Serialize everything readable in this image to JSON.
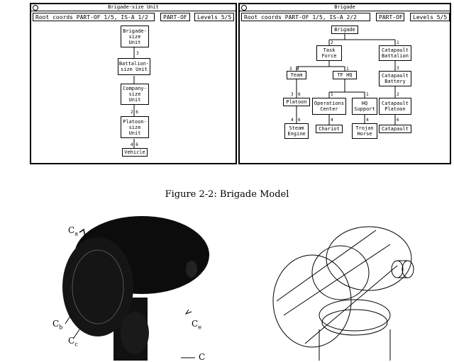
{
  "left_window": {
    "title": "Brigade-size Unit",
    "root_coords": "Root coords  PART-OF  1/5, IS-A  1/2",
    "mode": "PART-OF",
    "levels": "Levels  5/5",
    "nodes": [
      {
        "id": "L1",
        "label": "Brigade-\nsize\nUnit"
      },
      {
        "id": "L2",
        "label": "Battalion-\nsize Unit"
      },
      {
        "id": "L3",
        "label": "Company-\nsize\nUnit"
      },
      {
        "id": "L4",
        "label": "Platoon-\nsize\nUnit"
      },
      {
        "id": "L5",
        "label": "Vehicle"
      }
    ],
    "cards": [
      "3",
      "2 6",
      "4 6"
    ]
  },
  "right_window": {
    "title": "Brigade",
    "root_coords": "Root coords  PART-OF  1/5, IS-A  2/2",
    "mode": "PART-OF",
    "levels": "Levels  5/5",
    "nodes": [
      {
        "id": "R1",
        "label": "Brigade"
      },
      {
        "id": "R2",
        "label": "Task\nForce"
      },
      {
        "id": "R3",
        "label": "Catapault\nBattalion"
      },
      {
        "id": "R4",
        "label": "Team"
      },
      {
        "id": "R5",
        "label": "TF HQ"
      },
      {
        "id": "R6",
        "label": "Catapault\nBattery"
      },
      {
        "id": "R7",
        "label": "Platoon"
      },
      {
        "id": "R8",
        "label": "Operations\nCenter"
      },
      {
        "id": "R9",
        "label": "HQ\nSupport"
      },
      {
        "id": "R10",
        "label": "Catapault\nPlatoon"
      },
      {
        "id": "R11",
        "label": "Steam\nEngine"
      },
      {
        "id": "R12",
        "label": "Chariot"
      },
      {
        "id": "R13",
        "label": "Trojan\nHorse"
      },
      {
        "id": "R14",
        "label": "Catapault"
      }
    ],
    "cards": [
      "2",
      "1",
      "3",
      "4",
      "1",
      "3",
      "3",
      "6",
      "1",
      "1",
      "2",
      "4",
      "4",
      "4",
      "6",
      "6"
    ]
  },
  "caption": "Figure 2-2: Brigade Model",
  "figure_labels": [
    "C",
    "a",
    "C",
    "b",
    "C",
    "c",
    "C",
    "e",
    "C"
  ]
}
